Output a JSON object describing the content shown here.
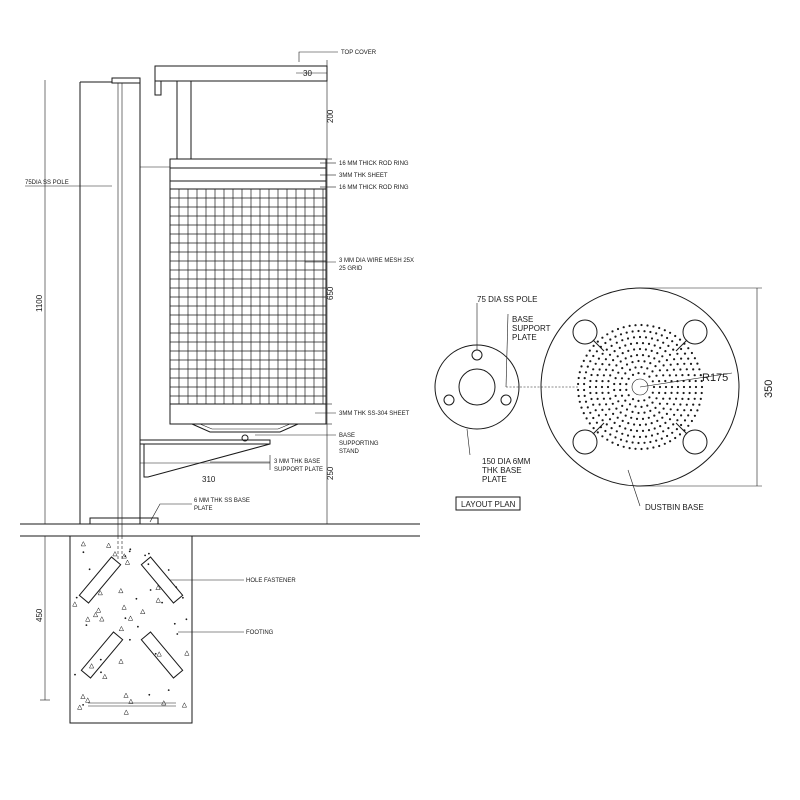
{
  "elevation": {
    "labels": {
      "top_cover": "TOP COVER",
      "rod_ring_1": "16 MM THICK ROD RING",
      "thk_sheet": "3MM THK SHEET",
      "rod_ring_2": "16 MM THICK ROD  RING",
      "wire_mesh_1": "3 MM DIA WIRE MESH 25X",
      "wire_mesh_2": "25 GRID",
      "ss_sheet": "3MM THK SS-304 SHEET",
      "base_stand_1": "BASE",
      "base_stand_2": "SUPPORTING",
      "base_stand_3": "STAND",
      "base_support_plate_1": "3 MM THK BASE",
      "base_support_plate_2": "SUPPORT PLATE",
      "base_plate_1": "6 MM THK SS BASE",
      "base_plate_2": "PLATE",
      "pole": "75DIA SS POLE",
      "hole_fastener": "HOLE FASTENER",
      "footing": "FOOTING"
    },
    "dimensions": {
      "top_cover_overhang": "30",
      "cover_height": "200",
      "pole_height": "1100",
      "mesh_height": "650",
      "stand_height": "250",
      "stand_width": "310",
      "footing_depth": "450"
    }
  },
  "layout_plan": {
    "title": "LAYOUT PLAN",
    "labels": {
      "pole": "75 DIA SS POLE",
      "support_plate_1": "BASE",
      "support_plate_2": "SUPPORT",
      "support_plate_3": "PLATE",
      "base_plate_1": "150 DIA 6MM",
      "base_plate_2": "THK BASE",
      "base_plate_3": "PLATE",
      "dustbin_base": "DUSTBIN BASE"
    },
    "dimensions": {
      "radius": "R175",
      "diameter": "350"
    }
  }
}
